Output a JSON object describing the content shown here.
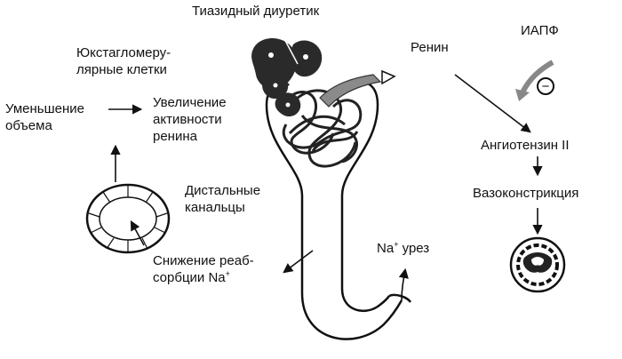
{
  "labels": {
    "thiazide": "Тиазидный диуретик",
    "jg_cells": [
      "Юкстагломеру-",
      "лярные клетки"
    ],
    "volume_decrease": [
      "Уменьшение",
      "объема"
    ],
    "renin_activity": [
      "Увеличение",
      "активности",
      "ренина"
    ],
    "distal_tubules": [
      "Дистальные",
      "канальцы"
    ],
    "reabsorption": [
      "Снижение реаб-",
      "сорбции Na"
    ],
    "reabsorption_sup": "+",
    "na": "Na",
    "na_sup": "+",
    "na_suffix": " урез",
    "renin": "Ренин",
    "ace_inhibitor": "ИАПФ",
    "angiotensin": "Ангиотензин II",
    "vasoconstriction": "Вазоконстрикция"
  },
  "icons": {
    "minus_sign": "−"
  },
  "colors": {
    "ink": "#111111",
    "background": "#ffffff",
    "dark_fill": "#2a2a2a",
    "mid_gray": "#8a8a8a"
  }
}
